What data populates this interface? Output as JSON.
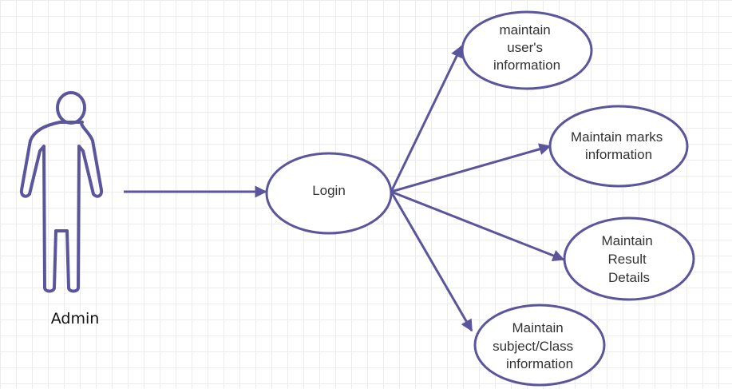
{
  "diagram": {
    "colors": {
      "stroke": "#5b559c",
      "text": "#333333",
      "actor_label": "#111111",
      "grid": "#ececec",
      "background": "#ffffff"
    },
    "actor": {
      "label": "Admin",
      "icon": "stick-figure-icon"
    },
    "use_cases": {
      "login": {
        "lines": [
          "Login"
        ]
      },
      "users": {
        "lines": [
          "maintain",
          "user's",
          "information"
        ]
      },
      "marks": {
        "lines": [
          "Maintain marks",
          "information"
        ]
      },
      "result": {
        "lines": [
          "Maintain",
          "Result",
          "Details"
        ]
      },
      "subject": {
        "lines": [
          "Maintain",
          "subject/Class",
          "information"
        ]
      }
    }
  }
}
